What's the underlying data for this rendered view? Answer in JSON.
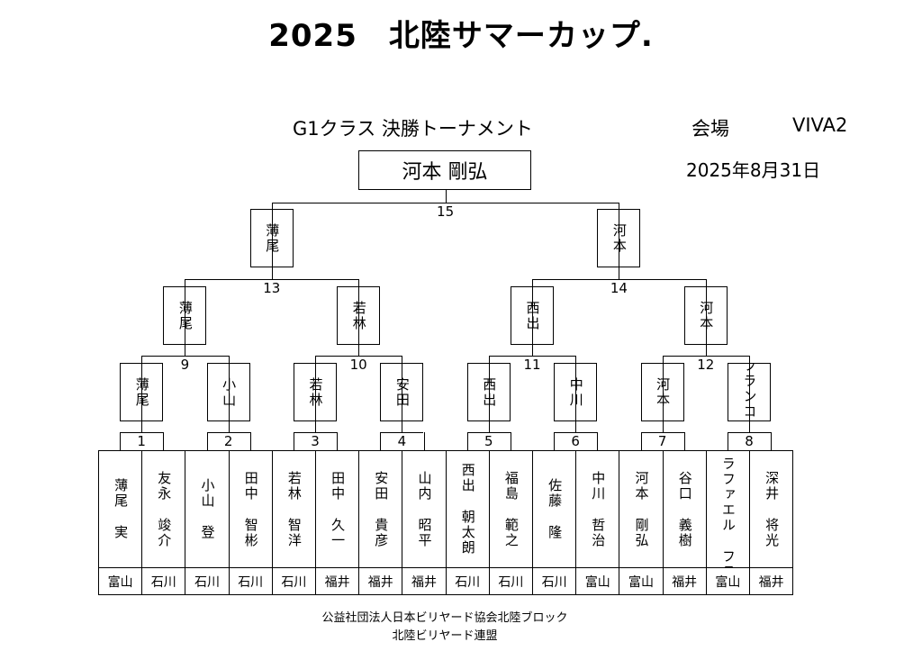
{
  "header": {
    "title": "2025　北陸サマーカップ.",
    "subtitle": "G1クラス 決勝トーナメント",
    "venue_label": "会場",
    "venue": "VIVA2",
    "date": "2025年8月31日"
  },
  "champion": "河本 剛弘",
  "players": [
    {
      "surname": "薄尾",
      "given": "実",
      "pref": "富山"
    },
    {
      "surname": "友永",
      "given": "竣介",
      "pref": "石川"
    },
    {
      "surname": "小山",
      "given": "登",
      "pref": "石川"
    },
    {
      "surname": "田中",
      "given": "智彬",
      "pref": "石川"
    },
    {
      "surname": "若林",
      "given": "智洋",
      "pref": "石川"
    },
    {
      "surname": "田中",
      "given": "久一",
      "pref": "福井"
    },
    {
      "surname": "安田",
      "given": "貴彦",
      "pref": "福井"
    },
    {
      "surname": "山内",
      "given": "昭平",
      "pref": "福井"
    },
    {
      "surname": "西出",
      "given": "朝太朗",
      "pref": "石川"
    },
    {
      "surname": "福島",
      "given": "範之",
      "pref": "石川"
    },
    {
      "surname": "佐藤",
      "given": "隆",
      "pref": "石川"
    },
    {
      "surname": "中川",
      "given": "哲治",
      "pref": "富山"
    },
    {
      "surname": "河本",
      "given": "剛弘",
      "pref": "富山"
    },
    {
      "surname": "谷口",
      "given": "義樹",
      "pref": "福井"
    },
    {
      "surname": "ラファエル",
      "given": "フランコ",
      "pref": "富山"
    },
    {
      "surname": "深井",
      "given": "将光",
      "pref": "福井"
    }
  ],
  "rounds": [
    {
      "matches": [
        "1",
        "2",
        "3",
        "4",
        "5",
        "6",
        "7",
        "8"
      ],
      "winners": [
        "薄尾",
        "小山",
        "若林",
        "安田",
        "西出",
        "中川",
        "河本",
        "フランコ"
      ]
    },
    {
      "matches": [
        "9",
        "10",
        "11",
        "12"
      ],
      "winners": [
        "薄尾",
        "若林",
        "西出",
        "河本"
      ]
    },
    {
      "matches": [
        "13",
        "14"
      ],
      "winners": [
        "薄尾",
        "河本"
      ]
    },
    {
      "matches": [
        "15"
      ],
      "winners": []
    }
  ],
  "footer": {
    "line1": "公益社団法人日本ビリヤード協会北陸ブロック",
    "line2": "北陸ビリヤード連盟"
  }
}
